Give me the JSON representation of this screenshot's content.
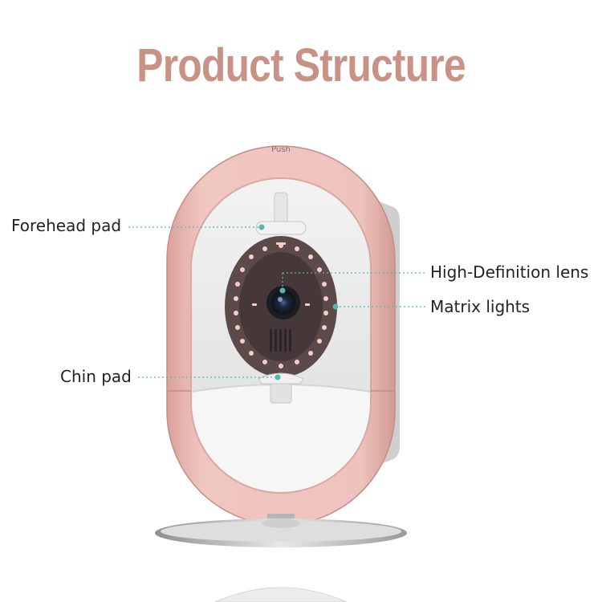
{
  "title": "Product Structure",
  "device": {
    "push_label": "Push",
    "shell_color": "#e6b3ad",
    "leader_color": "#57b8b0"
  },
  "callouts": {
    "forehead_pad": "Forehead pad",
    "chin_pad": "Chin pad",
    "hd_lens": "High-Definition lens",
    "matrix_lights": "Matrix lights"
  }
}
